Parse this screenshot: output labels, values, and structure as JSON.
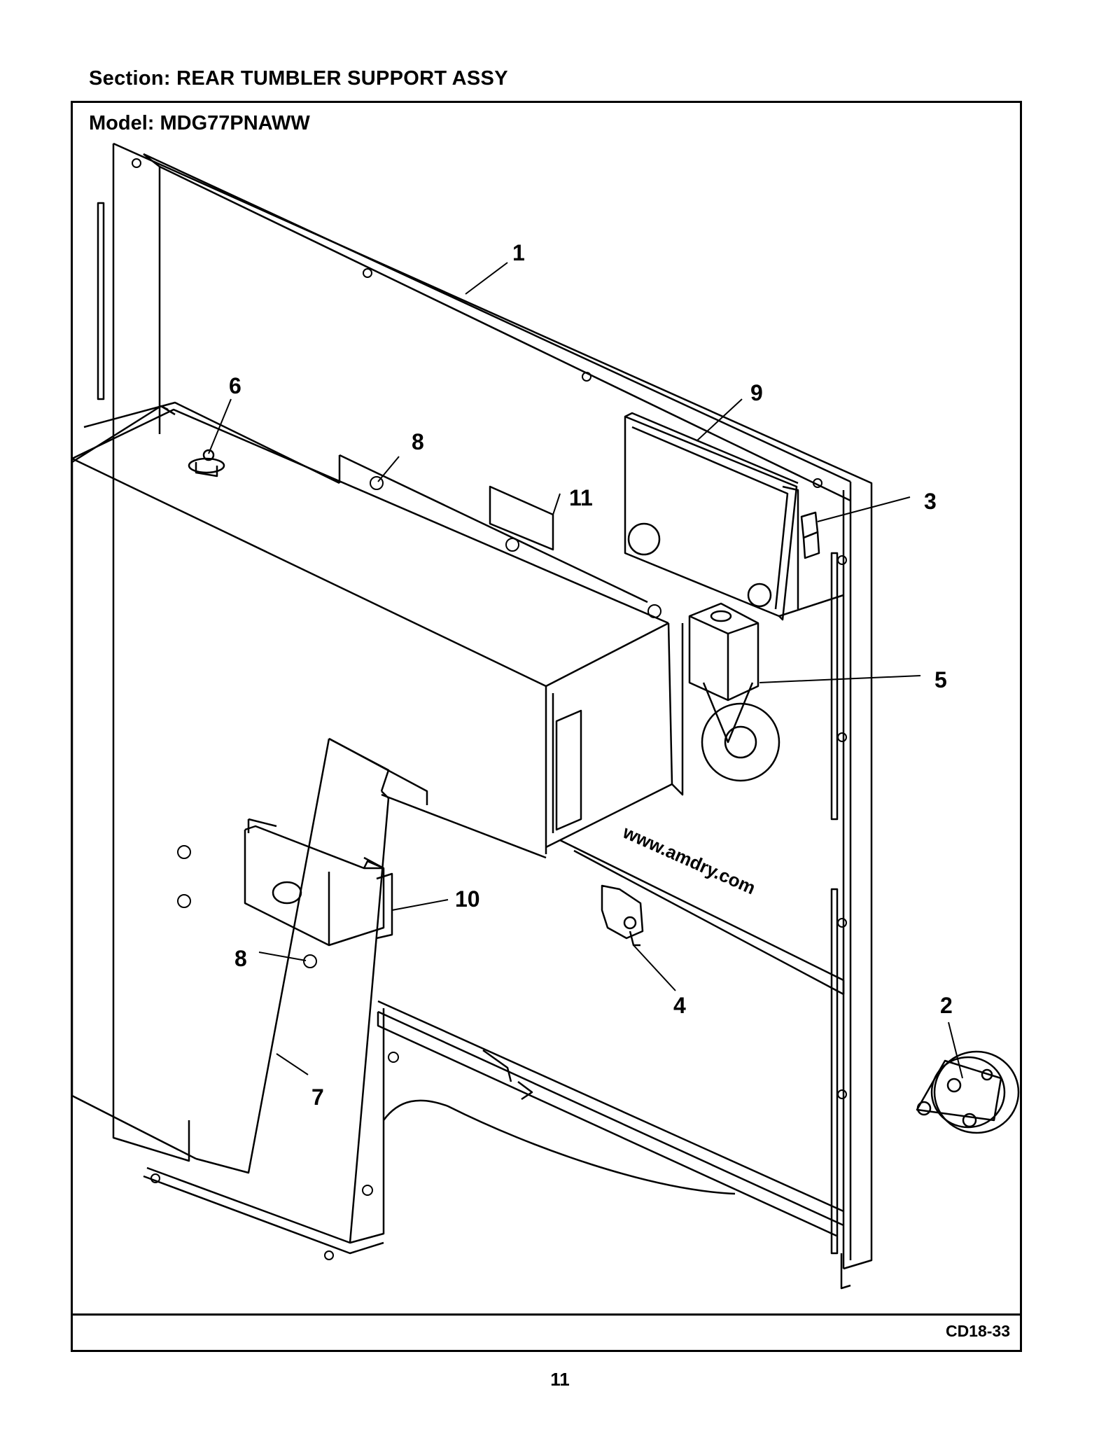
{
  "header": {
    "section": "Section:  REAR TUMBLER SUPPORT ASSY"
  },
  "frame": {
    "model": "Model:  MDG77PNAWW",
    "drawing_code": "CD18-33"
  },
  "diagram": {
    "watermark": "www.amdry.com",
    "callouts": [
      {
        "id": "1",
        "label": "1"
      },
      {
        "id": "2",
        "label": "2"
      },
      {
        "id": "3",
        "label": "3"
      },
      {
        "id": "4",
        "label": "4"
      },
      {
        "id": "5",
        "label": "5"
      },
      {
        "id": "6",
        "label": "6"
      },
      {
        "id": "7",
        "label": "7"
      },
      {
        "id": "8a",
        "label": "8"
      },
      {
        "id": "8b",
        "label": "8"
      },
      {
        "id": "9",
        "label": "9"
      },
      {
        "id": "10",
        "label": "10"
      },
      {
        "id": "11",
        "label": "11"
      }
    ]
  },
  "footer": {
    "page_number": "11"
  }
}
